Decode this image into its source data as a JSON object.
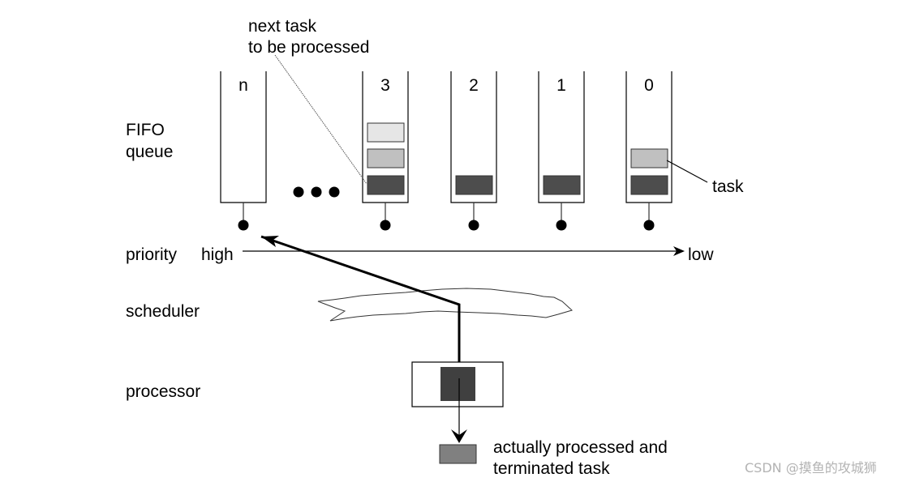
{
  "labels": {
    "next_task_line1": "next task",
    "next_task_line2": "to be processed",
    "fifo_line1": "FIFO",
    "fifo_line2": "queue",
    "task": "task",
    "priority": "priority",
    "high": "high",
    "low": "low",
    "scheduler": "scheduler",
    "processor": "processor",
    "terminated_line1": "actually processed and",
    "terminated_line2": "terminated task"
  },
  "ellipsis": "•••",
  "queues": [
    {
      "id": "n",
      "label": "n",
      "tasks": []
    },
    {
      "id": "3",
      "label": "3",
      "tasks": [
        "light",
        "medium",
        "dark"
      ]
    },
    {
      "id": "2",
      "label": "2",
      "tasks": [
        "dark"
      ]
    },
    {
      "id": "1",
      "label": "1",
      "tasks": [
        "dark"
      ]
    },
    {
      "id": "0",
      "label": "0",
      "tasks": [
        "medium",
        "dark"
      ]
    }
  ],
  "task_colors": {
    "light": "#e6e6e6",
    "medium": "#c0c0c0",
    "dark": "#4d4d4d",
    "processing": "#404040",
    "terminated": "#808080"
  },
  "watermark": "CSDN @摸鱼的攻城狮"
}
